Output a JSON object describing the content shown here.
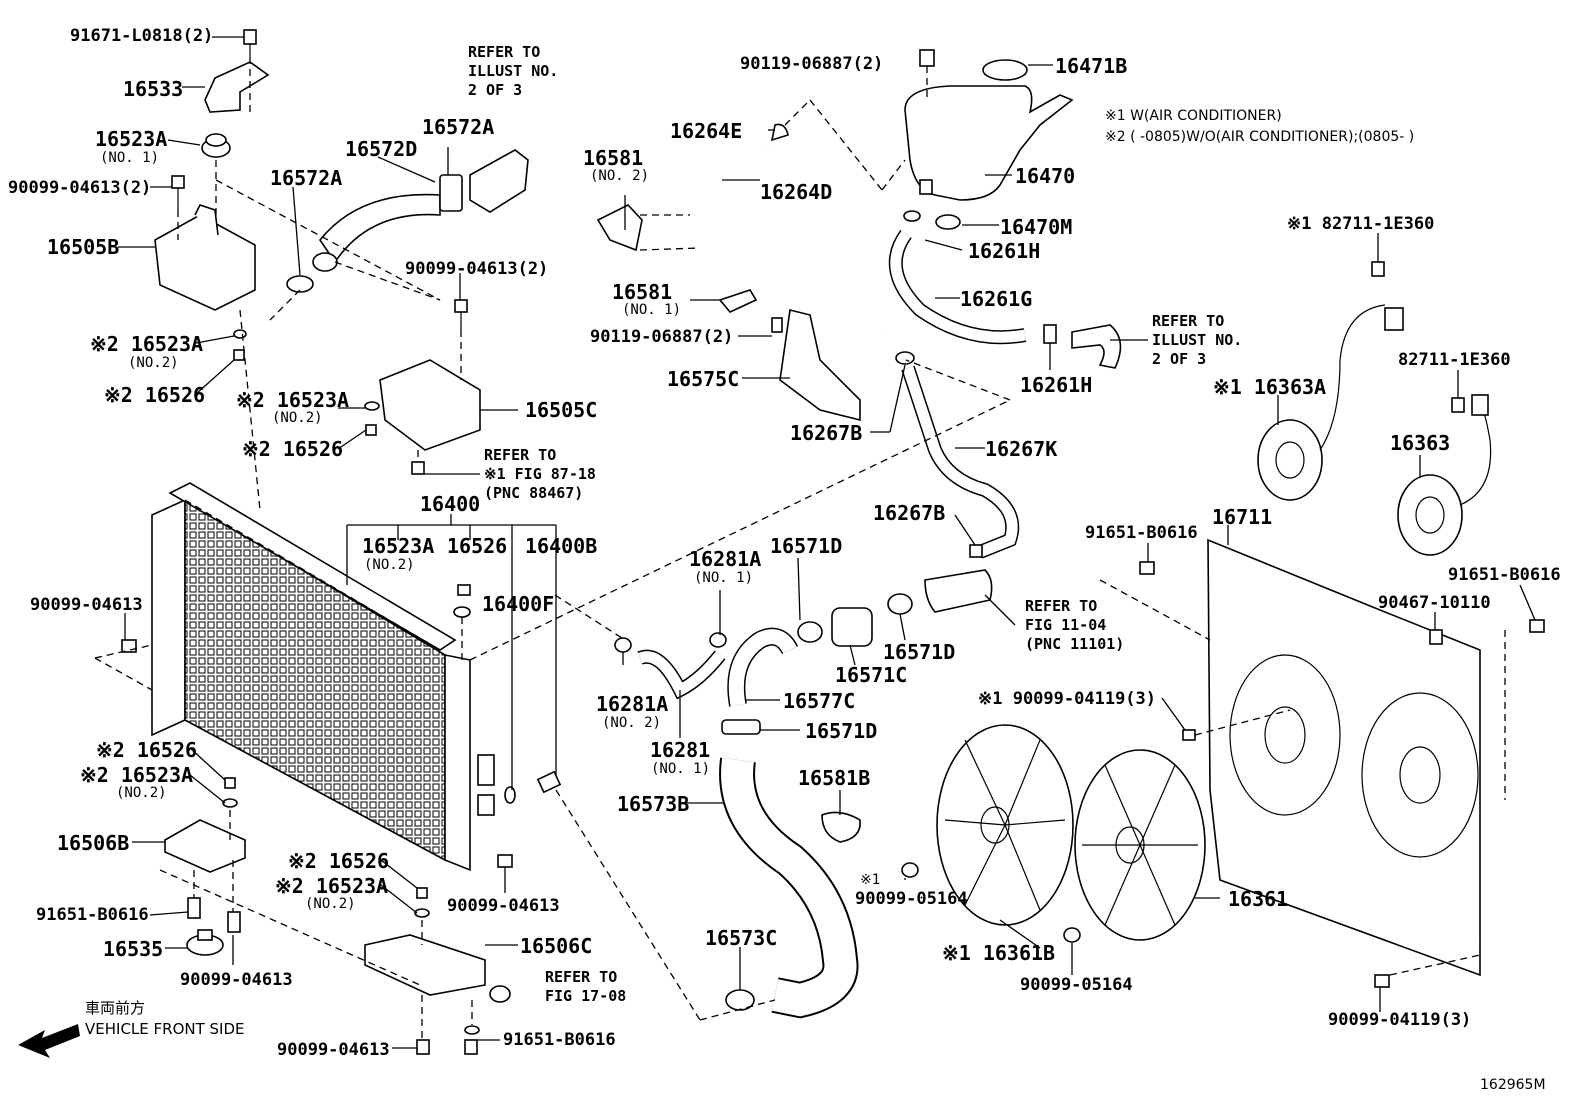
{
  "labels": {
    "p91671_L0818": "91671-L0818(2)",
    "p16533": "16533",
    "p16523A_1": "16523A",
    "no1_a": "(NO. 1)",
    "p90099_04613_2a": "90099-04613(2)",
    "p16505B": "16505B",
    "p16523A_2": "※2 16523A",
    "no2_a": "(NO.2)",
    "p16526_a": "※2 16526",
    "p16572D": "16572D",
    "p16572A_a": "16572A",
    "p16572A_b": "16572A",
    "p90099_04613_2b": "90099-04613(2)",
    "p16523A_3": "※2 16523A",
    "no2_b": "(NO.2)",
    "p16505C": "16505C",
    "p16526_b": "※2 16526",
    "p16400": "16400",
    "p16523A_4": "16523A",
    "no2_c": "(NO.2)",
    "p16526_c": "16526",
    "p16400B": "16400B",
    "p16400F": "16400F",
    "p90099_04613_a": "90099-04613",
    "p16526_d": "※2 16526",
    "p16523A_5": "※2 16523A",
    "no2_d": "(NO.2)",
    "p16506B": "16506B",
    "p91651_B0616_a": "91651-B0616",
    "p16535": "16535",
    "p90099_04613_b": "90099-04613",
    "p16526_e": "※2 16526",
    "p16523A_6": "※2 16523A",
    "no2_e": "(NO.2)",
    "p90099_04613_c": "90099-04613",
    "p16506C": "16506C",
    "p90099_04613_d": "90099-04613",
    "p91651_B0616_b": "91651-B0616",
    "p16264E": "16264E",
    "p16264D": "16264D",
    "p16581_a": "16581",
    "no2_f": "(NO. 2)",
    "p16581_b": "16581",
    "no1_b": "(NO. 1)",
    "p90119_06887_a": "90119-06887(2)",
    "p90119_06887_b": "90119-06887(2)",
    "p16575C": "16575C",
    "p16267B_a": "16267B",
    "p16471B": "16471B",
    "p16470": "16470",
    "p16470M": "16470M",
    "p16261H_a": "16261H",
    "p16261G": "16261G",
    "p16261H_b": "16261H",
    "p16267K": "16267K",
    "p16267B_b": "16267B",
    "p16281A_a": "16281A",
    "no1_c": "(NO. 1)",
    "p16571D_a": "16571D",
    "p16281A_b": "16281A",
    "no2_g": "(NO. 2)",
    "p16281": "16281",
    "no1_d": "(NO. 1)",
    "p16577C": "16577C",
    "p16571C": "16571C",
    "p16571D_b": "16571D",
    "p16571D_c": "16571D",
    "p16573B": "16573B",
    "p16581B": "16581B",
    "p16573C": "16573C",
    "p82711_1E360_a": "※1 82711-1E360",
    "p82711_1E360_b": "82711-1E360",
    "p16363A": "※1 16363A",
    "p16363": "16363",
    "p16711": "16711",
    "p91651_B0616_c": "91651-B0616",
    "p91651_B0616_d": "91651-B0616",
    "p90467_10110": "90467-10110",
    "p90099_04119_a": "※1 90099-04119(3)",
    "p90099_05164_a_mark": "※1",
    "p90099_05164_a": "90099-05164",
    "p16361B": "※1 16361B",
    "p16361": "16361",
    "p90099_05164_b": "90099-05164",
    "p90099_04119_b": "90099-04119(3)"
  },
  "refs": {
    "illust_top": "REFER TO\nILLUST NO.\n2 OF 3",
    "illust_right": "REFER TO\nILLUST NO.\n2 OF 3",
    "fig87": "REFER TO\n※1 FIG 87-18\n(PNC 88467)",
    "fig11": "REFER TO\nFIG 11-04\n(PNC 11101)",
    "fig17": "REFER TO\nFIG 17-08"
  },
  "notes": {
    "note1": "※1 W(AIR CONDITIONER)",
    "note2": "※2 (      -0805)W/O(AIR CONDITIONER);(0805-      )",
    "front_jp": "車両前方",
    "front_en": "VEHICLE FRONT SIDE",
    "diagram_id": "162965M"
  }
}
